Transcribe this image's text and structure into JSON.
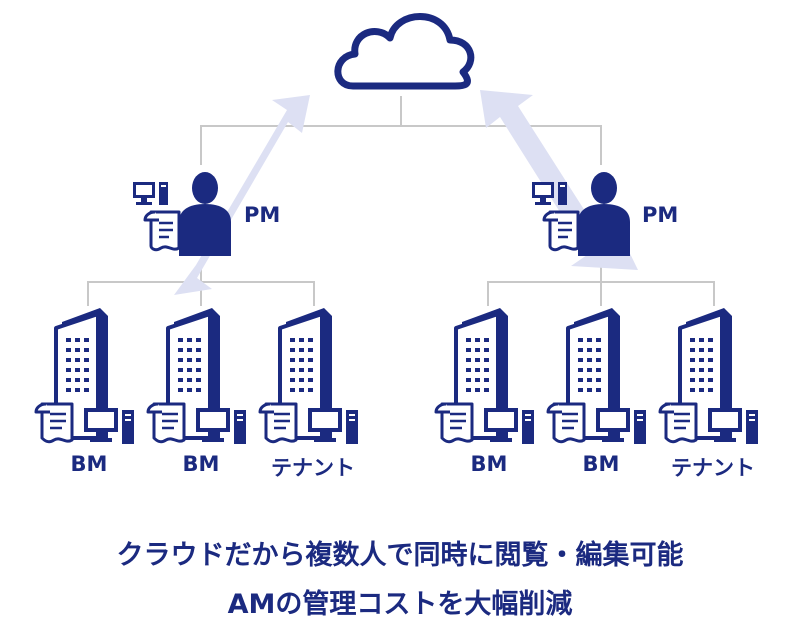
{
  "pm_label": "PM",
  "left_group": {
    "nodes": [
      "BM",
      "BM",
      "テナント"
    ]
  },
  "right_group": {
    "nodes": [
      "BM",
      "BM",
      "テナント"
    ]
  },
  "caption": {
    "line1": "クラウドだから複数人で同時に閲覧・編集可能",
    "line2": "AMの管理コストを大幅削減"
  },
  "colors": {
    "primary": "#1b2a80",
    "arrow": "#dde0f3",
    "connector": "#c8c8c8"
  }
}
